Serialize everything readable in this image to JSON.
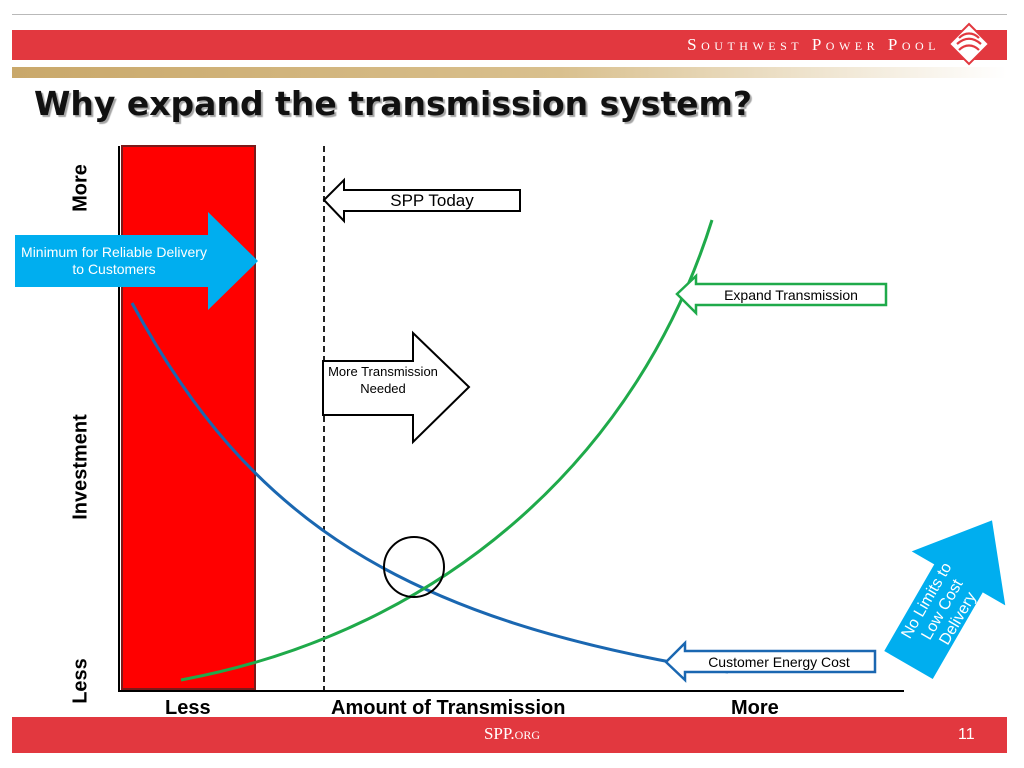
{
  "header": {
    "brand": "Southwest Power Pool",
    "title": "Why expand the transmission system?"
  },
  "chart": {
    "y_axis_top": "More",
    "y_axis_middle": "Investment",
    "y_axis_bottom": "Less",
    "x_axis_left": "Less",
    "x_axis_center": "Amount of Transmission",
    "x_axis_right": "More"
  },
  "callouts": {
    "minimum": "Minimum for Reliable Delivery to Customers",
    "spp_today": "SPP Today",
    "more_needed": "More Transmission Needed",
    "expand": "Expand Transmission",
    "customer_cost": "Customer Energy Cost",
    "no_limits": "No Limits to Low Cost Delivery"
  },
  "colors": {
    "red": "#ff0000",
    "banner": "#e2383f",
    "blue_arrow": "#00aeef",
    "cost_curve": "#1a67b1",
    "expand_curve": "#1faa4a"
  },
  "footer": {
    "site": "SPP.org",
    "page": "11"
  }
}
